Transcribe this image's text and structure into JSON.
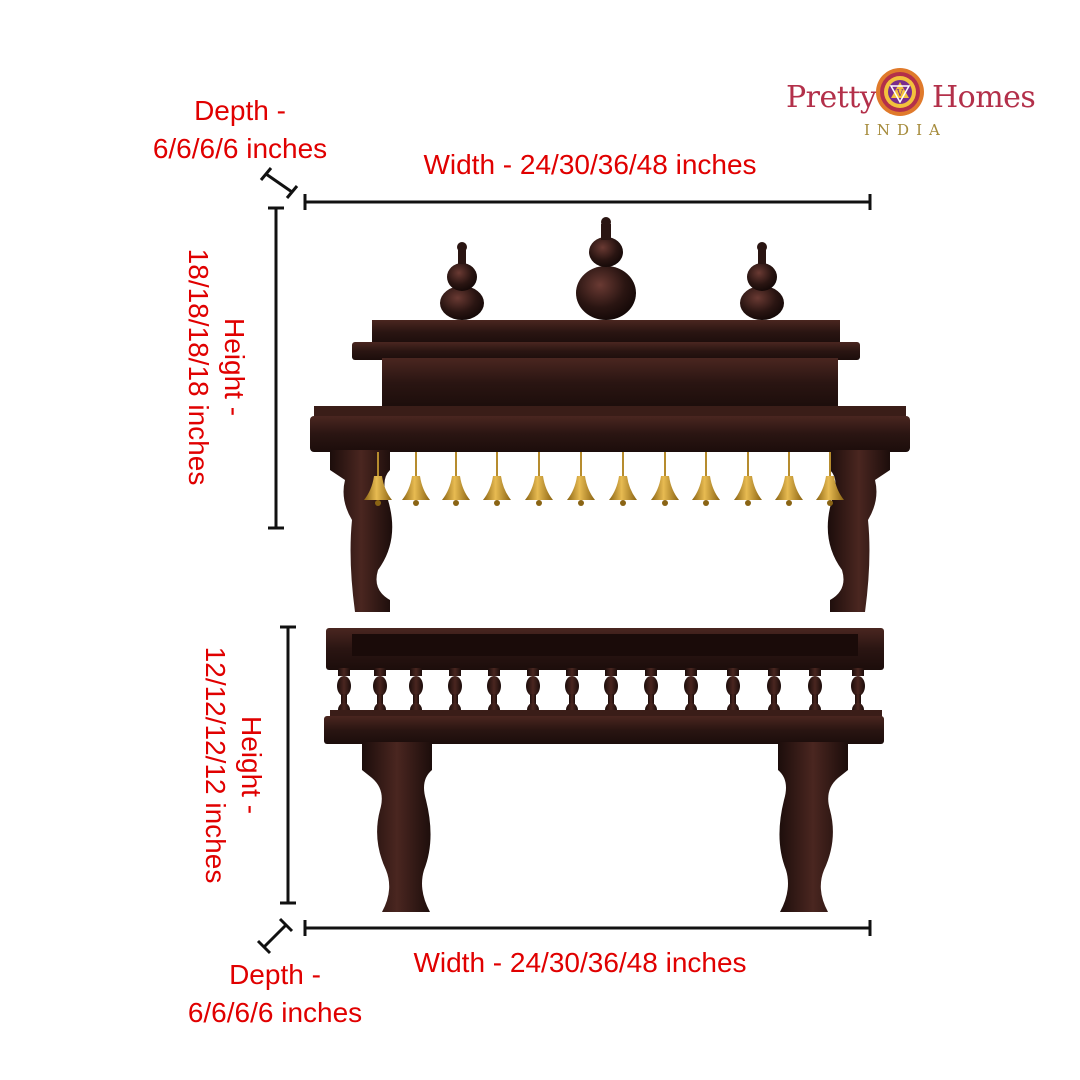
{
  "brand": {
    "word_left": "Pretty",
    "word_right": "Homes",
    "subtitle": "INDIA",
    "mark_icon": "mandala-logo-icon",
    "color_primary": "#b3304a",
    "color_gold": "#a58a3a"
  },
  "upper_unit": {
    "depth_line1": "Depth -",
    "depth_line2": "6/6/6/6 inches",
    "width": "Width - 24/30/36/48 inches",
    "height_line1": "Height -",
    "height_line2": "18/18/18/18 inches",
    "bell_count": 12,
    "finial_count": 3
  },
  "lower_unit": {
    "depth_line1": "Depth -",
    "depth_line2": "6/6/6/6 inches",
    "width": "Width - 24/30/36/48 inches",
    "height_line1": "Height -",
    "height_line2": "12/12/12/12 inches",
    "baluster_count": 14
  },
  "colors": {
    "label": "#e00000",
    "wood_dark": "#2a1512",
    "wood_mid": "#4a2620",
    "brass": "#c9962c",
    "dimension_line": "#111111"
  }
}
